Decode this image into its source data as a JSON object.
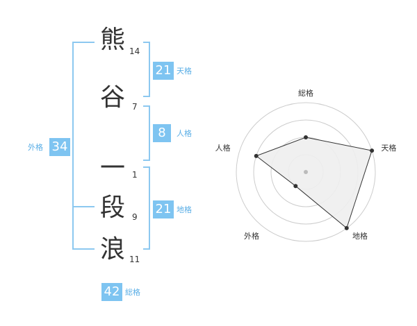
{
  "name": {
    "chars": [
      {
        "char": "熊",
        "strokes": "14"
      },
      {
        "char": "谷",
        "strokes": "7"
      },
      {
        "char": "一",
        "strokes": "1"
      },
      {
        "char": "段",
        "strokes": "9"
      },
      {
        "char": "浪",
        "strokes": "11"
      }
    ]
  },
  "kaku": {
    "tenkaku": {
      "value": "21",
      "label": "天格"
    },
    "jinkaku": {
      "value": "8",
      "label": "人格"
    },
    "chikaku": {
      "value": "21",
      "label": "地格"
    },
    "gaikaku": {
      "value": "34",
      "label": "外格"
    },
    "soukaku": {
      "value": "42",
      "label": "総格"
    }
  },
  "chart_data": {
    "type": "radar",
    "axes": [
      "総格",
      "天格",
      "地格",
      "外格",
      "人格"
    ],
    "values": [
      2,
      4,
      4,
      1,
      3
    ],
    "max": 4,
    "rings": 4,
    "colors": {
      "fill": "#eeeeee",
      "stroke": "#333333",
      "ring": "#cccccc",
      "point": "#333333",
      "center": "#bbbbbb"
    }
  }
}
